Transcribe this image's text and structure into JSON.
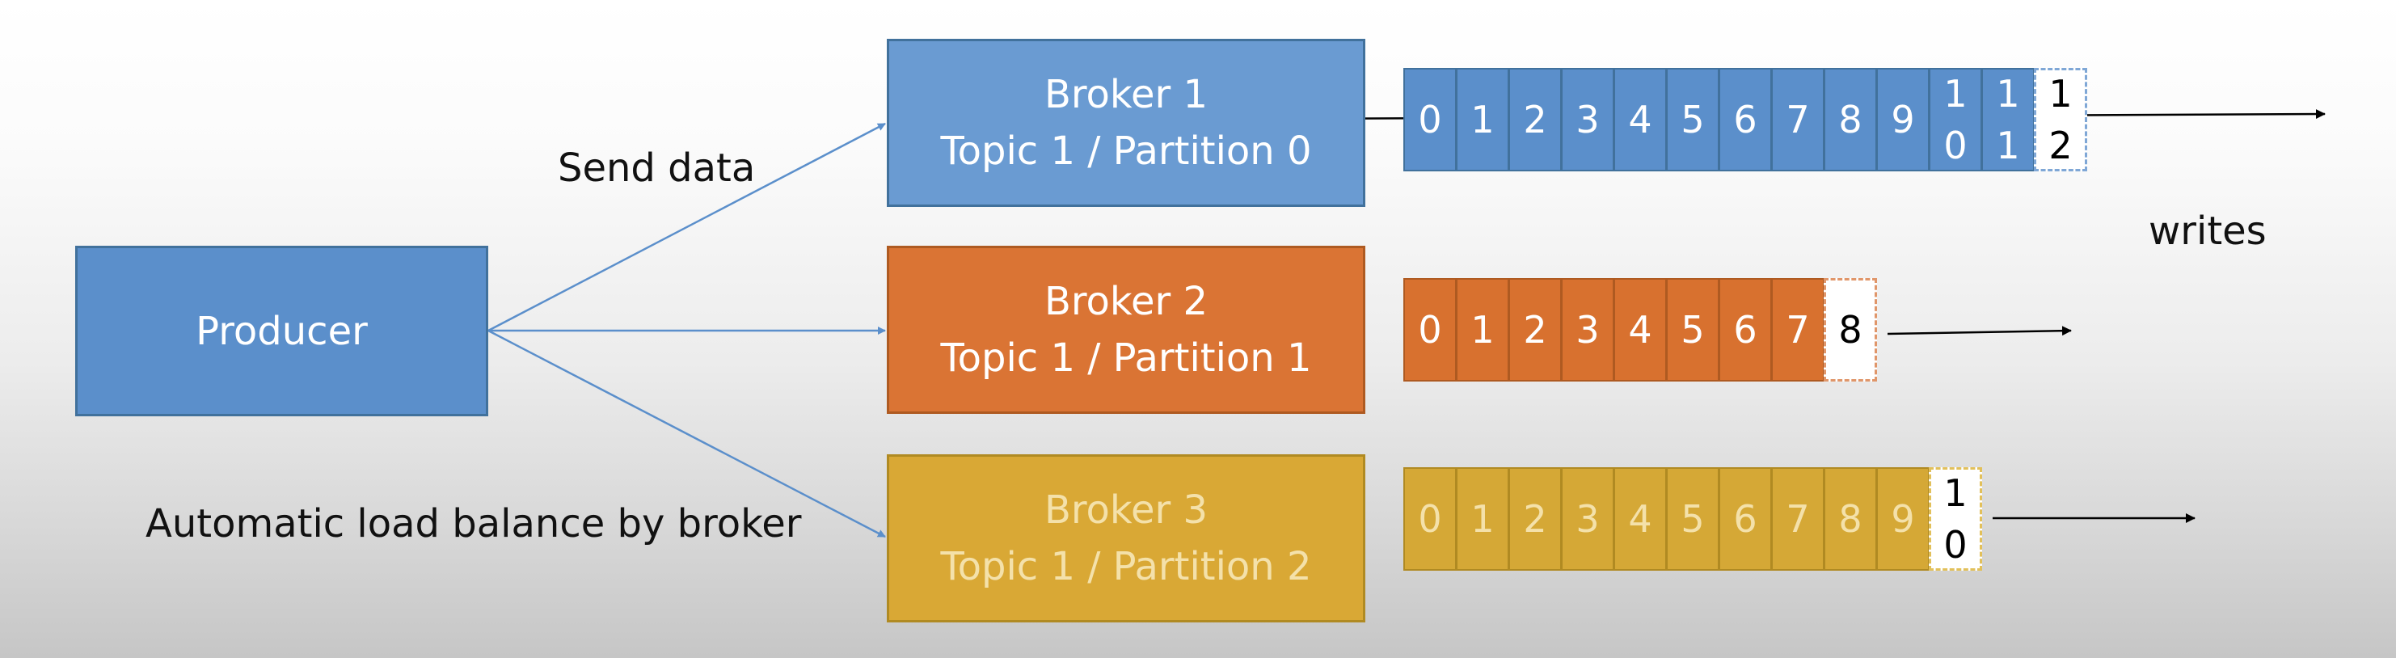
{
  "producer": {
    "label": "Producer"
  },
  "brokers": [
    {
      "name": "Broker 1",
      "topic": "Topic 1 / Partition 0"
    },
    {
      "name": "Broker 2",
      "topic": "Topic 1 / Partition 1"
    },
    {
      "name": "Broker 3",
      "topic": "Topic 1 / Partition 2"
    }
  ],
  "labels": {
    "send_data": "Send data",
    "load_balance": "Automatic load balance by broker",
    "writes": "writes"
  },
  "partitions": [
    {
      "cells": [
        [
          "0"
        ],
        [
          "1"
        ],
        [
          "2"
        ],
        [
          "3"
        ],
        [
          "4"
        ],
        [
          "5"
        ],
        [
          "6"
        ],
        [
          "7"
        ],
        [
          "8"
        ],
        [
          "9"
        ],
        [
          "1",
          "0"
        ],
        [
          "1",
          "1"
        ]
      ],
      "next": [
        "1",
        "2"
      ]
    },
    {
      "cells": [
        [
          "0"
        ],
        [
          "1"
        ],
        [
          "2"
        ],
        [
          "3"
        ],
        [
          "4"
        ],
        [
          "5"
        ],
        [
          "6"
        ],
        [
          "7"
        ]
      ],
      "next": [
        "8"
      ]
    },
    {
      "cells": [
        [
          "0"
        ],
        [
          "1"
        ],
        [
          "2"
        ],
        [
          "3"
        ],
        [
          "4"
        ],
        [
          "5"
        ],
        [
          "6"
        ],
        [
          "7"
        ],
        [
          "8"
        ],
        [
          "9"
        ]
      ],
      "next": [
        "1",
        "0"
      ]
    }
  ],
  "colors": {
    "blue": "#5b8fcb",
    "orange": "#da7434",
    "gold": "#d9a835",
    "arrow_blue": "#5b8fcb",
    "arrow_black": "#000000"
  }
}
